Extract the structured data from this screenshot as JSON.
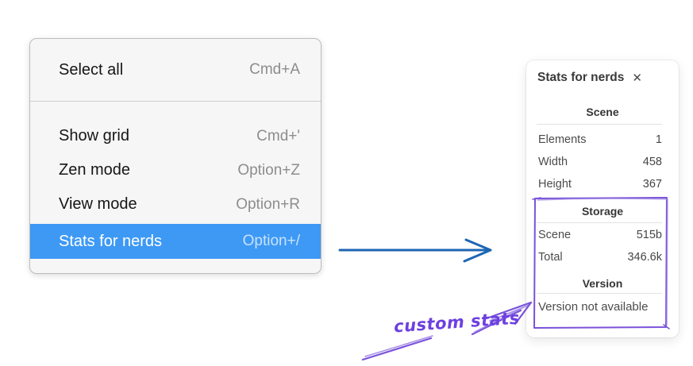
{
  "menu": {
    "items": [
      {
        "label": "Select all",
        "shortcut": "Cmd+A"
      },
      {
        "label": "Show grid",
        "shortcut": "Cmd+'"
      },
      {
        "label": "Zen mode",
        "shortcut": "Option+Z"
      },
      {
        "label": "View mode",
        "shortcut": "Option+R"
      },
      {
        "label": "Stats for nerds",
        "shortcut": "Option+/",
        "highlighted": true
      }
    ],
    "highlight_color": "#3d99f4"
  },
  "stats_panel": {
    "title": "Stats for nerds",
    "close_icon": "✕",
    "sections": [
      {
        "title": "Scene",
        "rows": [
          {
            "label": "Elements",
            "value": "1"
          },
          {
            "label": "Width",
            "value": "458"
          },
          {
            "label": "Height",
            "value": "367"
          }
        ]
      },
      {
        "title": "Storage",
        "rows": [
          {
            "label": "Scene",
            "value": "515b"
          },
          {
            "label": "Total",
            "value": "346.6k"
          }
        ]
      },
      {
        "title": "Version",
        "rows": [
          {
            "label": "Version not available",
            "value": ""
          }
        ]
      }
    ]
  },
  "annotation": {
    "label": "custom stats",
    "color": "#6d40e0"
  },
  "colors": {
    "flow_arrow_blue": "#1d66b3",
    "annotation_violet": "#7a52d9",
    "menu_highlight_blue": "#3d99f4"
  }
}
